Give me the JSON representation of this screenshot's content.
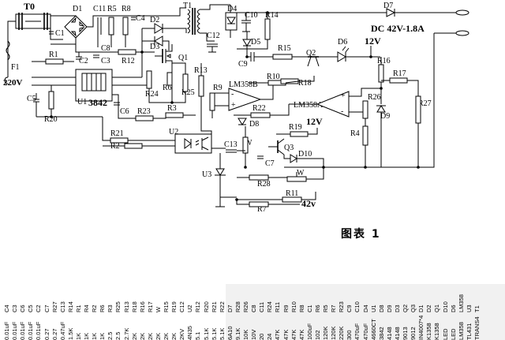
{
  "figure_caption": "图表 1",
  "labels": {
    "T0": "T0",
    "T1": "T1",
    "F1": "F1",
    "mains": "220V",
    "D1": "D1",
    "D2": "D2",
    "D3": "D3",
    "D4": "D4",
    "D5": "D5",
    "D6": "D6",
    "D7": "D7",
    "D8": "D8",
    "D9": "D9",
    "D10": "D10",
    "C1": "C1",
    "C2": "C2",
    "C3": "C3",
    "C4": "C4",
    "C5": "C5",
    "C6": "C6",
    "C7": "C7",
    "C8": "C8",
    "C9": "C9",
    "C10": "C10",
    "C11": "C11",
    "C12": "C12",
    "C13": "C13",
    "R1": "R1",
    "R2": "R2",
    "R3": "R3",
    "R4": "R4",
    "R5": "R5",
    "R6": "R6",
    "R7": "R7",
    "R8": "R8",
    "R9": "R9",
    "R10": "R10",
    "R11": "R11",
    "R12": "R12",
    "R13": "R13",
    "R14": "R14",
    "R15": "R15",
    "R16": "R16",
    "R17": "R17",
    "R18": "R18",
    "R19": "R19",
    "R20": "R20",
    "R21": "R21",
    "R22": "R22",
    "R23": "R23",
    "R24": "R24",
    "R25": "R25",
    "R26": "R26",
    "R27": "R27",
    "R28": "R28",
    "Q1": "Q1",
    "Q2": "Q2",
    "Q3": "Q3",
    "U1": "U1",
    "U1_chip": "3842",
    "U2": "U2",
    "U3": "U3",
    "W1": "W",
    "W2": "W",
    "LM358B": "LM358B",
    "LM358A": "LM358A",
    "out_label": "DC 42V-1.8A",
    "v12_a": "12V",
    "v12_b": "12V",
    "v42": "42v"
  },
  "bom": [
    {
      "part": "C4",
      "value": "0.01uF"
    },
    {
      "part": "C3",
      "value": "0.01uF"
    },
    {
      "part": "C6",
      "value": "0.01uF"
    },
    {
      "part": "C5",
      "value": "0.01uF"
    },
    {
      "part": "C2",
      "value": "0.01uF"
    },
    {
      "part": "C7",
      "value": "0.27"
    },
    {
      "part": "R27",
      "value": "0.27"
    },
    {
      "part": "C13",
      "value": "0.47uF"
    },
    {
      "part": "R14",
      "value": "1.5K"
    },
    {
      "part": "R1",
      "value": "1K"
    },
    {
      "part": "R4",
      "value": "1K"
    },
    {
      "part": "R2",
      "value": "1K"
    },
    {
      "part": "R6",
      "value": "1K"
    },
    {
      "part": "R3",
      "value": "2.5"
    },
    {
      "part": "R25",
      "value": "2.5"
    },
    {
      "part": "R13",
      "value": "2.7K"
    },
    {
      "part": "R18",
      "value": "2K"
    },
    {
      "part": "R16",
      "value": "2K"
    },
    {
      "part": "R17",
      "value": "2K"
    },
    {
      "part": "W",
      "value": "2K"
    },
    {
      "part": "R15",
      "value": "2K"
    },
    {
      "part": "R19",
      "value": "2K"
    },
    {
      "part": "C12",
      "value": "2KV"
    },
    {
      "part": "U2",
      "value": "4N35"
    },
    {
      "part": "R12",
      "value": "5.1"
    },
    {
      "part": "R20",
      "value": "5.1K"
    },
    {
      "part": "R21",
      "value": "5.1K"
    },
    {
      "part": "R22",
      "value": "5.1K"
    },
    {
      "part": "D7",
      "value": "6A10"
    },
    {
      "part": "R28",
      "value": "9.1K"
    },
    {
      "part": "R26",
      "value": "10K"
    },
    {
      "part": "C8",
      "value": "10V"
    },
    {
      "part": "C11",
      "value": "20"
    },
    {
      "part": "R24",
      "value": "24"
    },
    {
      "part": "R11",
      "value": "47K"
    },
    {
      "part": "R9",
      "value": "47K"
    },
    {
      "part": "R10",
      "value": "47K"
    },
    {
      "part": "R8",
      "value": "47K"
    },
    {
      "part": "C1",
      "value": "100uF"
    },
    {
      "part": "R6",
      "value": "102"
    },
    {
      "part": "R5",
      "value": "120K"
    },
    {
      "part": "R7",
      "value": "120K"
    },
    {
      "part": "R23",
      "value": "220K"
    },
    {
      "part": "C9",
      "value": "300"
    },
    {
      "part": "C10",
      "value": "470uF"
    },
    {
      "part": "D4",
      "value": "470uF"
    },
    {
      "part": "U1",
      "value": "4660CT"
    },
    {
      "part": "D8",
      "value": "3842"
    },
    {
      "part": "D9",
      "value": "4148"
    },
    {
      "part": "D3",
      "value": "4148"
    },
    {
      "part": "Q2",
      "value": "9013"
    },
    {
      "part": "Q3",
      "value": "9012"
    },
    {
      "part": "D1",
      "value": "IN4007*4"
    },
    {
      "part": "D2",
      "value": "K1358"
    },
    {
      "part": "Q1",
      "value": "K1358"
    },
    {
      "part": "D10",
      "value": "LED"
    },
    {
      "part": "D6",
      "value": "LED"
    },
    {
      "part": "LM358",
      "value": "LM358"
    },
    {
      "part": "U3",
      "value": "TL431"
    },
    {
      "part": "T1",
      "value": "TRANS4"
    }
  ]
}
